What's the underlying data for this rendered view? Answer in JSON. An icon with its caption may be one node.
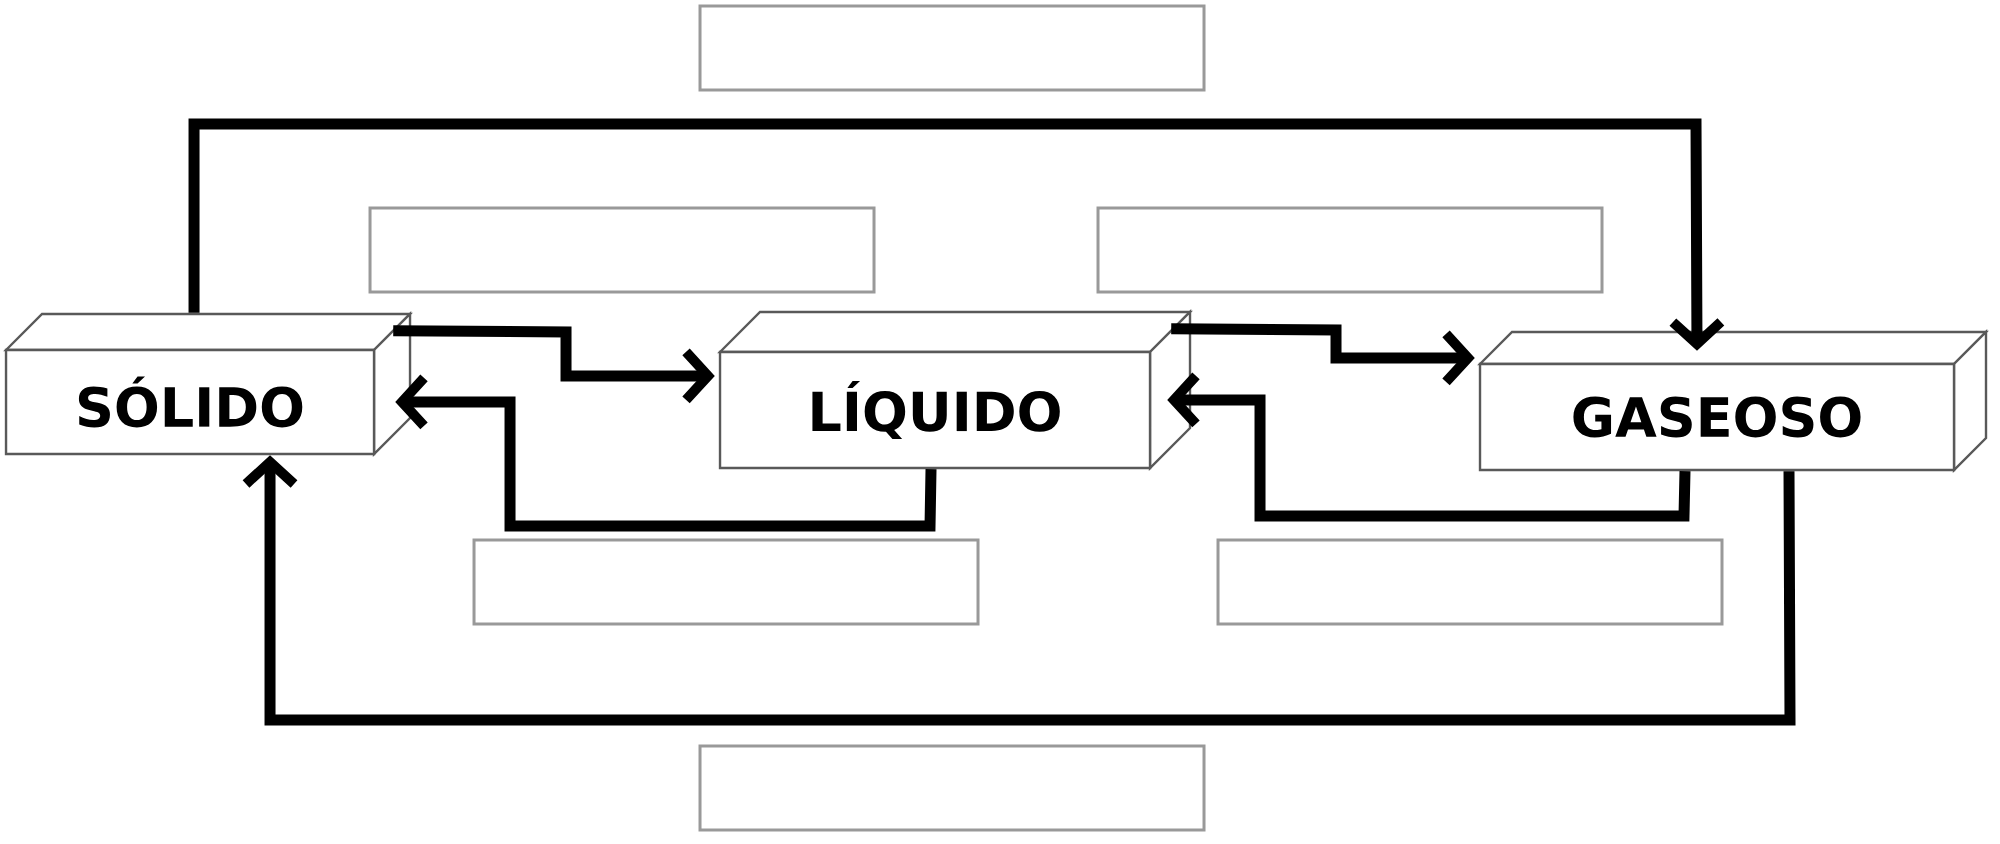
{
  "diagram": {
    "nodes": [
      {
        "text": [
          "SÓLIDO"
        ]
      },
      {
        "text": [
          "LÍQUIDO"
        ]
      },
      {
        "text": [
          "GASEOSO"
        ]
      },
      {
        "text": [],
        "shape": "box"
      },
      {
        "text": [],
        "shape": "box"
      },
      {
        "text": [],
        "shape": "box"
      },
      {
        "text": [],
        "shape": "box"
      },
      {
        "text": [],
        "shape": "box"
      },
      {
        "text": [],
        "shape": "box"
      }
    ],
    "edges": [
      {
        "from": 0,
        "to": 1,
        "arrow": "to"
      },
      {
        "from": 1,
        "to": 0,
        "arrow": "to"
      },
      {
        "from": 1,
        "to": 2,
        "arrow": "to"
      },
      {
        "from": 2,
        "to": 1,
        "arrow": "to"
      },
      {
        "from": 0,
        "to": 2,
        "arrow": "to"
      },
      {
        "from": 2,
        "to": 0,
        "arrow": "to"
      }
    ]
  }
}
